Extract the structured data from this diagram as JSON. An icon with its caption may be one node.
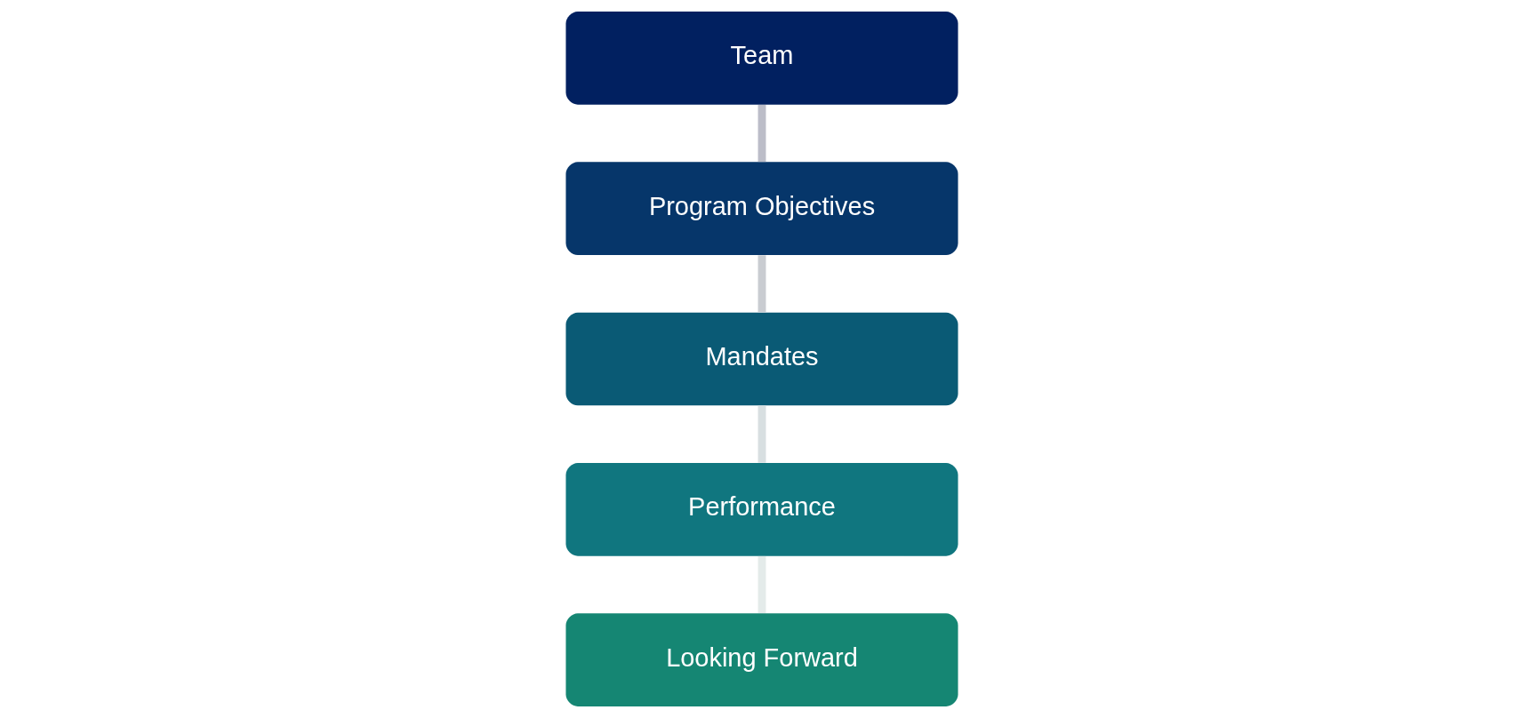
{
  "diagram": {
    "nodes": [
      {
        "text": [
          "Team"
        ]
      },
      {
        "text": [
          "Program Objectives"
        ]
      },
      {
        "text": [
          "Mandates"
        ]
      },
      {
        "text": [
          "Performance"
        ]
      },
      {
        "text": [
          "Looking Forward"
        ]
      }
    ],
    "edges": [
      {
        "from": 0,
        "to": 1,
        "arrow": "none",
        "color": "#bcbdc8"
      },
      {
        "from": 1,
        "to": 2,
        "arrow": "none",
        "color": "#c9ccd1"
      },
      {
        "from": 2,
        "to": 3,
        "arrow": "none",
        "color": "#d8dfe1"
      },
      {
        "from": 3,
        "to": 4,
        "arrow": "none",
        "color": "#e4ebea"
      }
    ]
  }
}
